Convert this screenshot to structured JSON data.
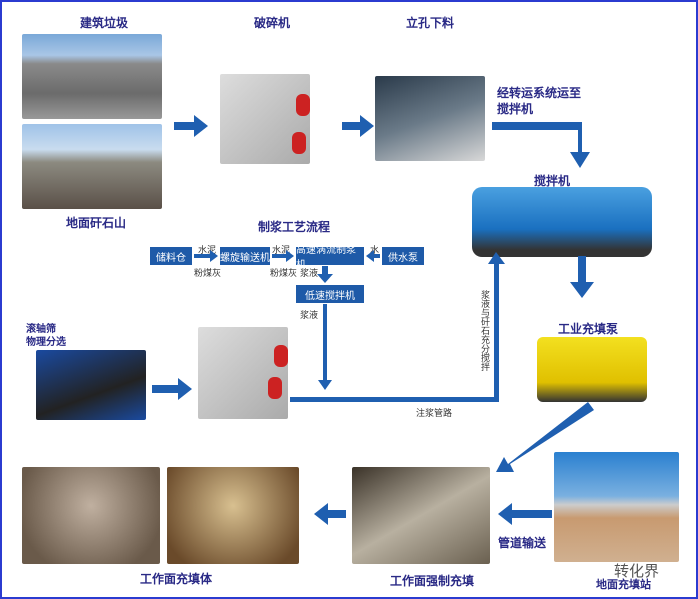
{
  "labels": {
    "construction_waste": "建筑垃圾",
    "crusher": "破碎机",
    "shaft_feed": "立孔下料",
    "transfer": "经转运系统运至",
    "transfer2": "搅拌机",
    "gangue_hill": "地面矸石山",
    "mixer": "搅拌机",
    "slurry_process": "制浆工艺流程",
    "roller_screen": "滚轴筛",
    "roller_screen2": "物理分选",
    "fill_pump": "工业充填泵",
    "pipeline": "管道输送",
    "work_face_fill": "工作面充填体",
    "work_face_forced": "工作面强制充填",
    "ground_station": "地面充填站"
  },
  "process": {
    "storage_bin": "储料仓",
    "screw_conveyor": "螺旋输送机",
    "vortex_mixer": "高速涡流制浆机",
    "water_pump": "供水泵",
    "low_speed_mixer": "低速搅拌机",
    "cement1": "水泥",
    "flyash1": "粉煤灰",
    "cement2": "水泥",
    "flyash2": "粉煤灰",
    "water": "水",
    "slurry1": "浆液",
    "slurry2": "浆液",
    "grout_pipe": "注浆管路",
    "mix_note": "浆液与矸石充分搅拌"
  },
  "watermark": "转化界",
  "colors": {
    "arrow": "#1f5fb0",
    "box": "#1e5aa8",
    "label": "#2a2a86"
  }
}
